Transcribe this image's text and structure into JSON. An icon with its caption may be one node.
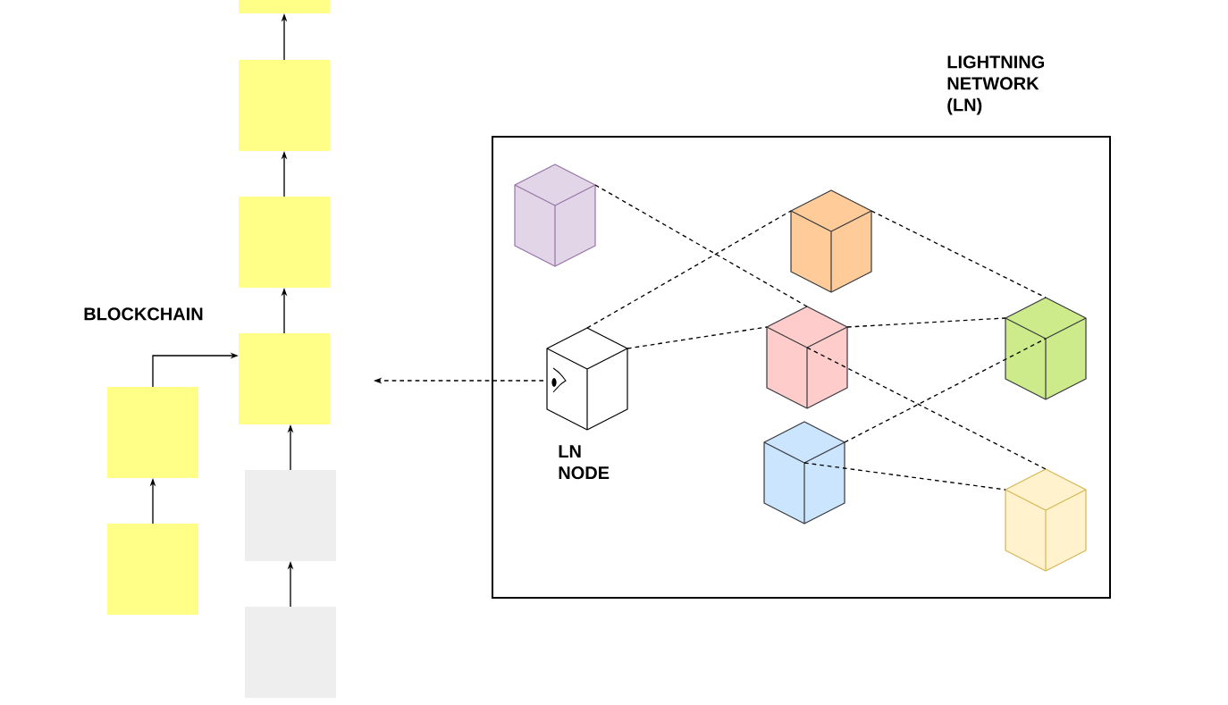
{
  "diagram": {
    "nodes": [
      {
        "text": [
          "LIGHTNING NETWORK (LN)"
        ]
      },
      {
        "text": [],
        "shape": "box"
      },
      {
        "text": [],
        "shape": "box"
      },
      {
        "text": [],
        "shape": "box"
      },
      {
        "text": [],
        "shape": "box"
      },
      {
        "text": [],
        "shape": "box"
      },
      {
        "text": [],
        "shape": "box"
      },
      {
        "text": [],
        "shape": "box"
      },
      {
        "text": [],
        "shape": "box"
      },
      {
        "text": [],
        "shape": "cube",
        "in": 0
      },
      {
        "text": [],
        "shape": "cube",
        "in": 0
      },
      {
        "text": [
          "LN NODE"
        ],
        "in": 0
      },
      {
        "text": [],
        "shape": "cube",
        "in": 0
      },
      {
        "text": [],
        "shape": "cube",
        "in": 0
      },
      {
        "text": [],
        "shape": "cube",
        "in": 0
      },
      {
        "text": [],
        "shape": "cube",
        "in": 0
      }
    ],
    "edges": [
      {
        "from": 2,
        "to": 1,
        "arrow": "to"
      },
      {
        "from": 3,
        "to": 2,
        "arrow": "to"
      },
      {
        "from": 4,
        "to": 3,
        "arrow": "to"
      },
      {
        "from": 5,
        "to": 4,
        "arrow": "to"
      },
      {
        "from": 6,
        "to": 5,
        "arrow": "to"
      },
      {
        "from": 7,
        "to": 4,
        "arrow": "to"
      },
      {
        "from": 8,
        "to": 7,
        "arrow": "to"
      },
      {
        "from": 11,
        "to": null,
        "arrow": "to",
        "style": "dashed"
      },
      {
        "from": 9,
        "to": 12,
        "arrow": "none",
        "style": "dashed"
      },
      {
        "from": 11,
        "to": 10,
        "arrow": "none",
        "style": "dashed"
      },
      {
        "from": 11,
        "to": 12,
        "arrow": "none",
        "style": "dashed"
      },
      {
        "from": 10,
        "to": 13,
        "arrow": "none",
        "style": "dashed"
      },
      {
        "from": 12,
        "to": 13,
        "arrow": "none",
        "style": "dashed"
      },
      {
        "from": 12,
        "to": 15,
        "arrow": "none",
        "style": "dashed"
      },
      {
        "from": 14,
        "to": 13,
        "arrow": "none",
        "style": "dashed"
      },
      {
        "from": 14,
        "to": 15,
        "arrow": "none",
        "style": "dashed"
      }
    ],
    "labels": [
      "BLOCKCHAIN"
    ]
  }
}
